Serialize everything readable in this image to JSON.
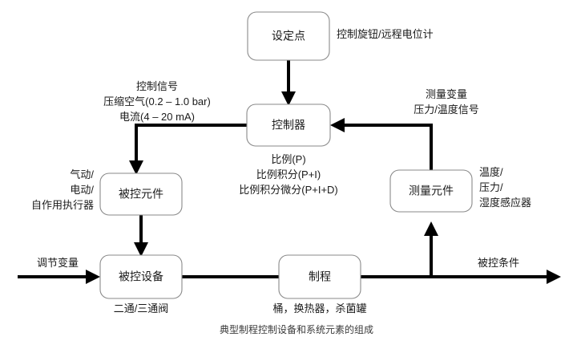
{
  "diagram": {
    "caption": "典型制程控制设备和系统元素的组成",
    "nodes": {
      "setpoint": {
        "label": "设定点"
      },
      "controller": {
        "label": "控制器"
      },
      "controlled_element": {
        "label": "被控元件"
      },
      "controlled_device": {
        "label": "被控设备"
      },
      "process": {
        "label": "制程"
      },
      "measuring_element": {
        "label": "测量元件"
      }
    },
    "annotations": {
      "setpoint_note": "控制旋钮/远程电位计",
      "control_signal": {
        "line1": "控制信号",
        "line2": "压缩空气(0.2 – 1.0 bar)",
        "line3": "电流(4 – 20 mA)"
      },
      "measured_variable": {
        "line1": "测量变量",
        "line2": "压力/温度信号"
      },
      "actuator_types": {
        "line1": "气动/",
        "line2": "电动/",
        "line3": "自作用执行器"
      },
      "controller_modes": {
        "line1": "比例(P)",
        "line2": "比例积分(P+I)",
        "line3": "比例积分微分(P+I+D)"
      },
      "sensor_types": {
        "line1": "温度/",
        "line2": "压力/",
        "line3": "湿度感应器"
      },
      "manipulated_variable": "调节变量",
      "valve_types": "二通/三通阀",
      "process_types": "桶，换热器，杀菌罐",
      "controlled_condition": "被控条件"
    },
    "colors": {
      "box_stroke": "#8a8a8a",
      "line": "#000000",
      "text": "#1a1a1a",
      "caption": "#3a3a3a",
      "background": "#ffffff"
    }
  }
}
